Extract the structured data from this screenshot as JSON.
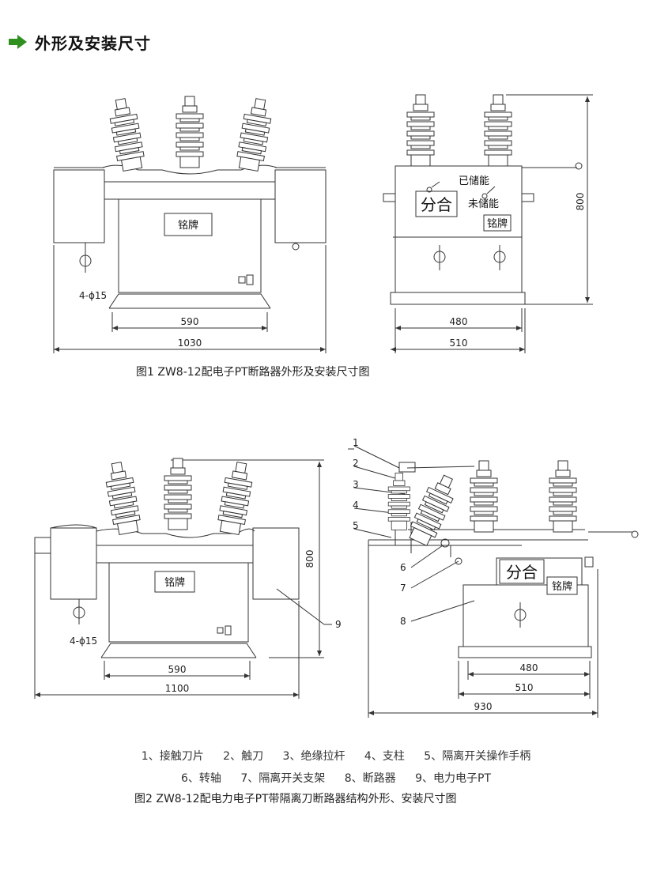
{
  "header": {
    "title": "外形及安装尺寸",
    "arrow_color": "#2f8f1f"
  },
  "figure1": {
    "caption": "图1   ZW8-12配电子PT断路器外形及安装尺寸图",
    "left": {
      "nameplate": "铭牌",
      "hole_label": "4-ϕ15",
      "dim_base": "590",
      "dim_total": "1030"
    },
    "right": {
      "stored": "已储能",
      "not_stored": "未储能",
      "onoff": "分合",
      "nameplate": "铭牌",
      "dim_base": "480",
      "dim_total": "510",
      "dim_height": "800"
    }
  },
  "figure2": {
    "caption": "图2   ZW8-12配电力电子PT带隔离刀断路器结构外形、安装尺寸图",
    "left": {
      "nameplate": "铭牌",
      "hole_label": "4-ϕ15",
      "dim_base": "590",
      "dim_total": "1100",
      "dim_height": "800",
      "callout": "9"
    },
    "right": {
      "onoff": "分合",
      "nameplate": "铭牌",
      "dim_base": "480",
      "dim_mid": "510",
      "dim_total": "930",
      "callouts": [
        "1",
        "2",
        "3",
        "4",
        "5",
        "6",
        "7",
        "8"
      ]
    },
    "legend_line1": [
      "1、接触刀片",
      "2、触刀",
      "3、绝缘拉杆",
      "4、支柱",
      "5、隔离开关操作手柄"
    ],
    "legend_line2": [
      "6、转轴",
      "7、隔离开关支架",
      "8、断路器",
      "9、电力电子PT"
    ]
  }
}
